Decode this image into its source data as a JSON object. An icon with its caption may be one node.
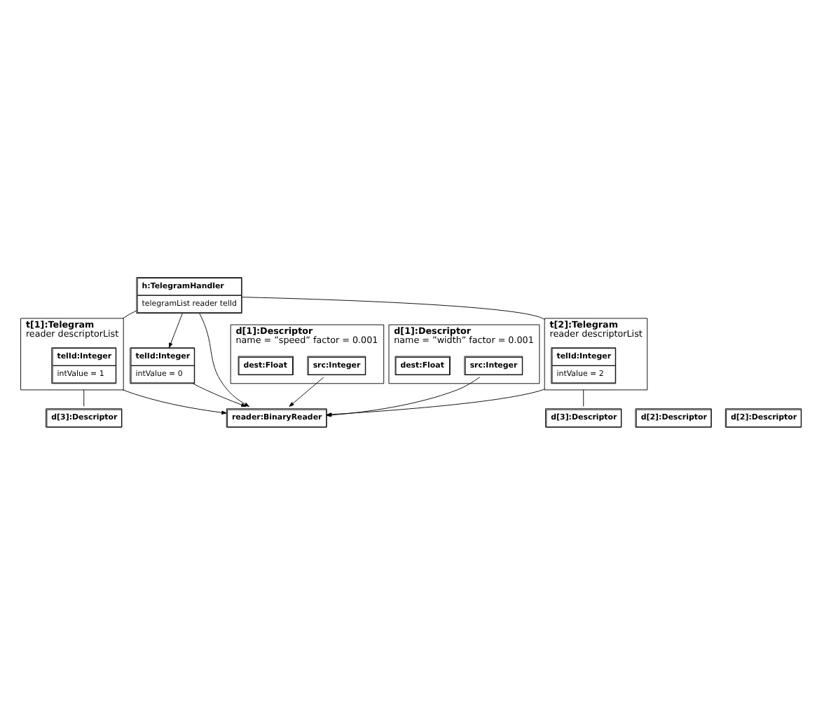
{
  "diagram": {
    "nodes": [
      {
        "text": [
          "h:TelegramHandler",
          "telegramList reader telId"
        ]
      },
      {
        "text": [
          "t[1]:Telegram",
          "reader descriptorList"
        ]
      },
      {
        "text": [
          "telId:Integer",
          "intValue = 1"
        ],
        "in": 1
      },
      {
        "text": [
          "telId:Integer",
          "intValue = 0"
        ]
      },
      {
        "text": [
          "t[2]:Telegram",
          "reader descriptorList"
        ]
      },
      {
        "text": [
          "telId:Integer",
          "intValue = 2"
        ],
        "in": 4
      },
      {
        "text": [
          "reader:BinaryReader"
        ]
      },
      {
        "text": [
          "d[3]:Descriptor"
        ]
      },
      {
        "text": [
          "d[2]:Descriptor"
        ]
      },
      {
        "text": [
          "d[1]:Descriptor",
          "name = ”speed” factor = 0.001"
        ]
      },
      {
        "text": [
          "src:Integer"
        ],
        "in": 9
      },
      {
        "text": [
          "dest:Float"
        ],
        "in": 9
      },
      {
        "text": [
          "d[3]:Descriptor"
        ]
      },
      {
        "text": [
          "d[2]:Descriptor"
        ]
      },
      {
        "text": [
          "d[1]:Descriptor",
          "name = ”width” factor = 0.001"
        ]
      },
      {
        "text": [
          "src:Integer"
        ],
        "in": 14
      },
      {
        "text": [
          "dest:Float"
        ],
        "in": 14
      }
    ],
    "edges": [
      {
        "from": 0,
        "to": 1,
        "arrow": "none"
      },
      {
        "from": 0,
        "to": 4,
        "arrow": "none"
      },
      {
        "from": 0,
        "to": 3,
        "arrow": "to"
      },
      {
        "from": 0,
        "to": 6,
        "arrow": "to"
      },
      {
        "from": 3,
        "to": 6,
        "arrow": "to"
      },
      {
        "from": 1,
        "to": 6,
        "arrow": "to"
      },
      {
        "from": 4,
        "to": 6,
        "arrow": "to"
      },
      {
        "from": 1,
        "to": 7,
        "arrow": "none"
      },
      {
        "from": 4,
        "to": 12,
        "arrow": "none"
      },
      {
        "from": 10,
        "to": 6,
        "arrow": "to"
      },
      {
        "from": 15,
        "to": 6,
        "arrow": "to"
      }
    ]
  }
}
